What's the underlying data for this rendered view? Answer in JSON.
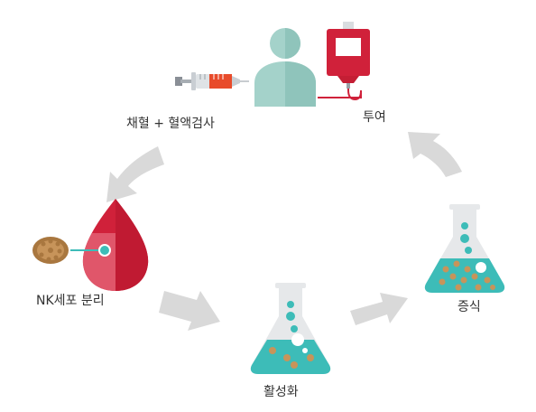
{
  "labels": {
    "blood_draw": "채혈 + 혈액검사",
    "infusion": "투여",
    "separation": "NK세포 분리",
    "activation": "활성화",
    "proliferation": "증식"
  },
  "colors": {
    "arrow": "#d9d9d9",
    "person": "#9fcfc6",
    "blood": "#d0213a",
    "teal_liquid": "#3dbcb8",
    "glass": "#e6e8ea",
    "cell": "#b98b58",
    "syringe_red": "#e84b2b"
  },
  "icons": [
    "syringe-icon",
    "person-icon",
    "blood-bag-icon",
    "blood-drop-icon",
    "nk-cell-icon",
    "flask-icon"
  ]
}
